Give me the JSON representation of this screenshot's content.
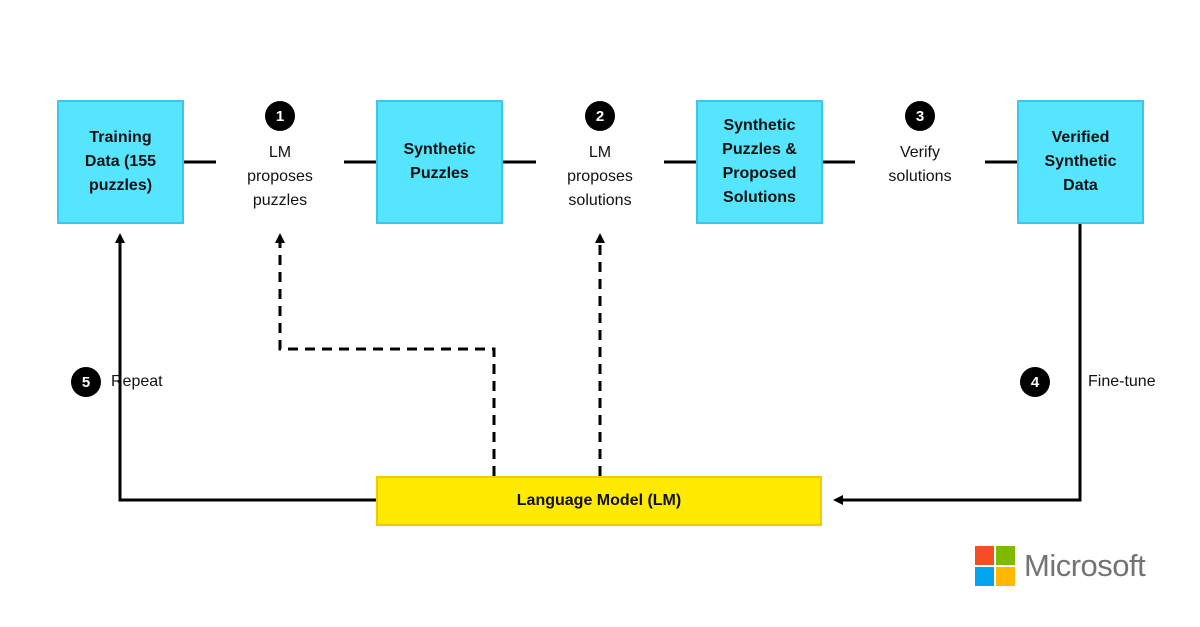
{
  "boxes": {
    "training_data": "Training\nData (155\npuzzles)",
    "synthetic_puzzles": "Synthetic\nPuzzles",
    "puzzles_solutions": "Synthetic\nPuzzles &\nProposed\nSolutions",
    "verified_data": "Verified\nSynthetic\nData"
  },
  "steps": [
    {
      "number": "1",
      "label": "LM\nproposes\npuzzles"
    },
    {
      "number": "2",
      "label": "LM\nproposes\nsolutions"
    },
    {
      "number": "3",
      "label": "Verify\nsolutions"
    },
    {
      "number": "4",
      "label": "Fine-tune"
    },
    {
      "number": "5",
      "label": "Repeat"
    }
  ],
  "language_model": "Language Model (LM)",
  "logo": {
    "text": "Microsoft",
    "colors": [
      "#f25022",
      "#7fba00",
      "#00a4ef",
      "#ffb900"
    ]
  },
  "colors": {
    "process_box": "#55e5ff",
    "model_box": "#ffea00",
    "badge": "#000000"
  }
}
